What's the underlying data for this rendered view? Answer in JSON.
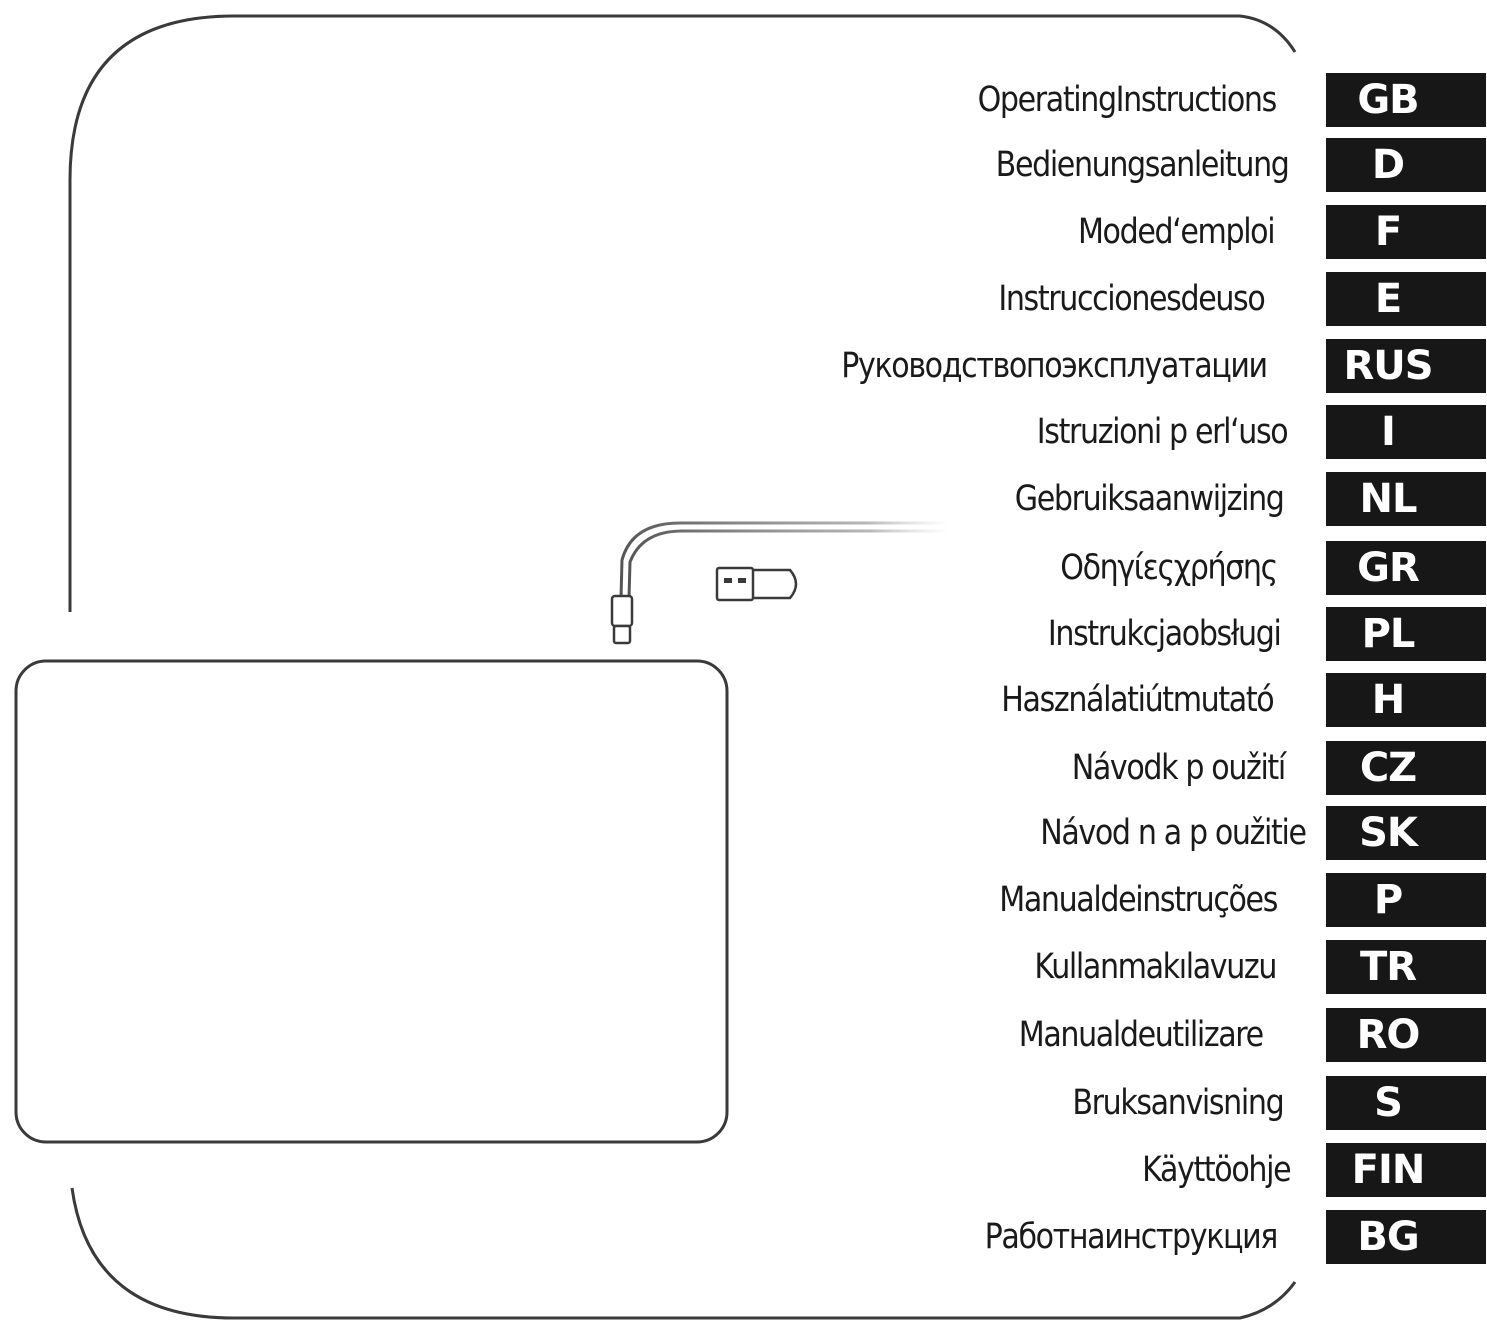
{
  "languages": [
    {
      "title": "OperatingInstructions",
      "code": "GB"
    },
    {
      "title": "Bedienungsanleitung",
      "code": "D"
    },
    {
      "title": "Moded‘emploi",
      "code": "F"
    },
    {
      "title": "Instruccionesdeuso",
      "code": "E"
    },
    {
      "title": "Руководствопоэксплуатации",
      "code": "RUS"
    },
    {
      "title": "Istruzioni p erl‘uso",
      "code": "I"
    },
    {
      "title": "Gebruiksaanwijzing",
      "code": "NL"
    },
    {
      "title": "Οδηγίεςχρήσης",
      "code": "GR"
    },
    {
      "title": "Instrukcjaobsługi",
      "code": "PL"
    },
    {
      "title": "Használatiútmutató",
      "code": "H"
    },
    {
      "title": "Návodk p oužití",
      "code": "CZ"
    },
    {
      "title": "Návod n a p oužitie",
      "code": "SK"
    },
    {
      "title": "Manualdeinstruções",
      "code": "P"
    },
    {
      "title": "Kullanmakılavuzu",
      "code": "TR"
    },
    {
      "title": "Manualdeutilizare",
      "code": "RO"
    },
    {
      "title": "Bruksanvisning",
      "code": "S"
    },
    {
      "title": "Käyttöohje",
      "code": "FIN"
    },
    {
      "title": "Работнаинструкция",
      "code": "BG"
    }
  ],
  "colors": {
    "line": "#3a3a3a",
    "code_box": "#171717",
    "code_text": "#ffffff",
    "title_text": "#1a1a1a"
  },
  "icons": [
    "device-pad-outline",
    "usb-c-connector-icon",
    "usb-a-connector-icon"
  ]
}
